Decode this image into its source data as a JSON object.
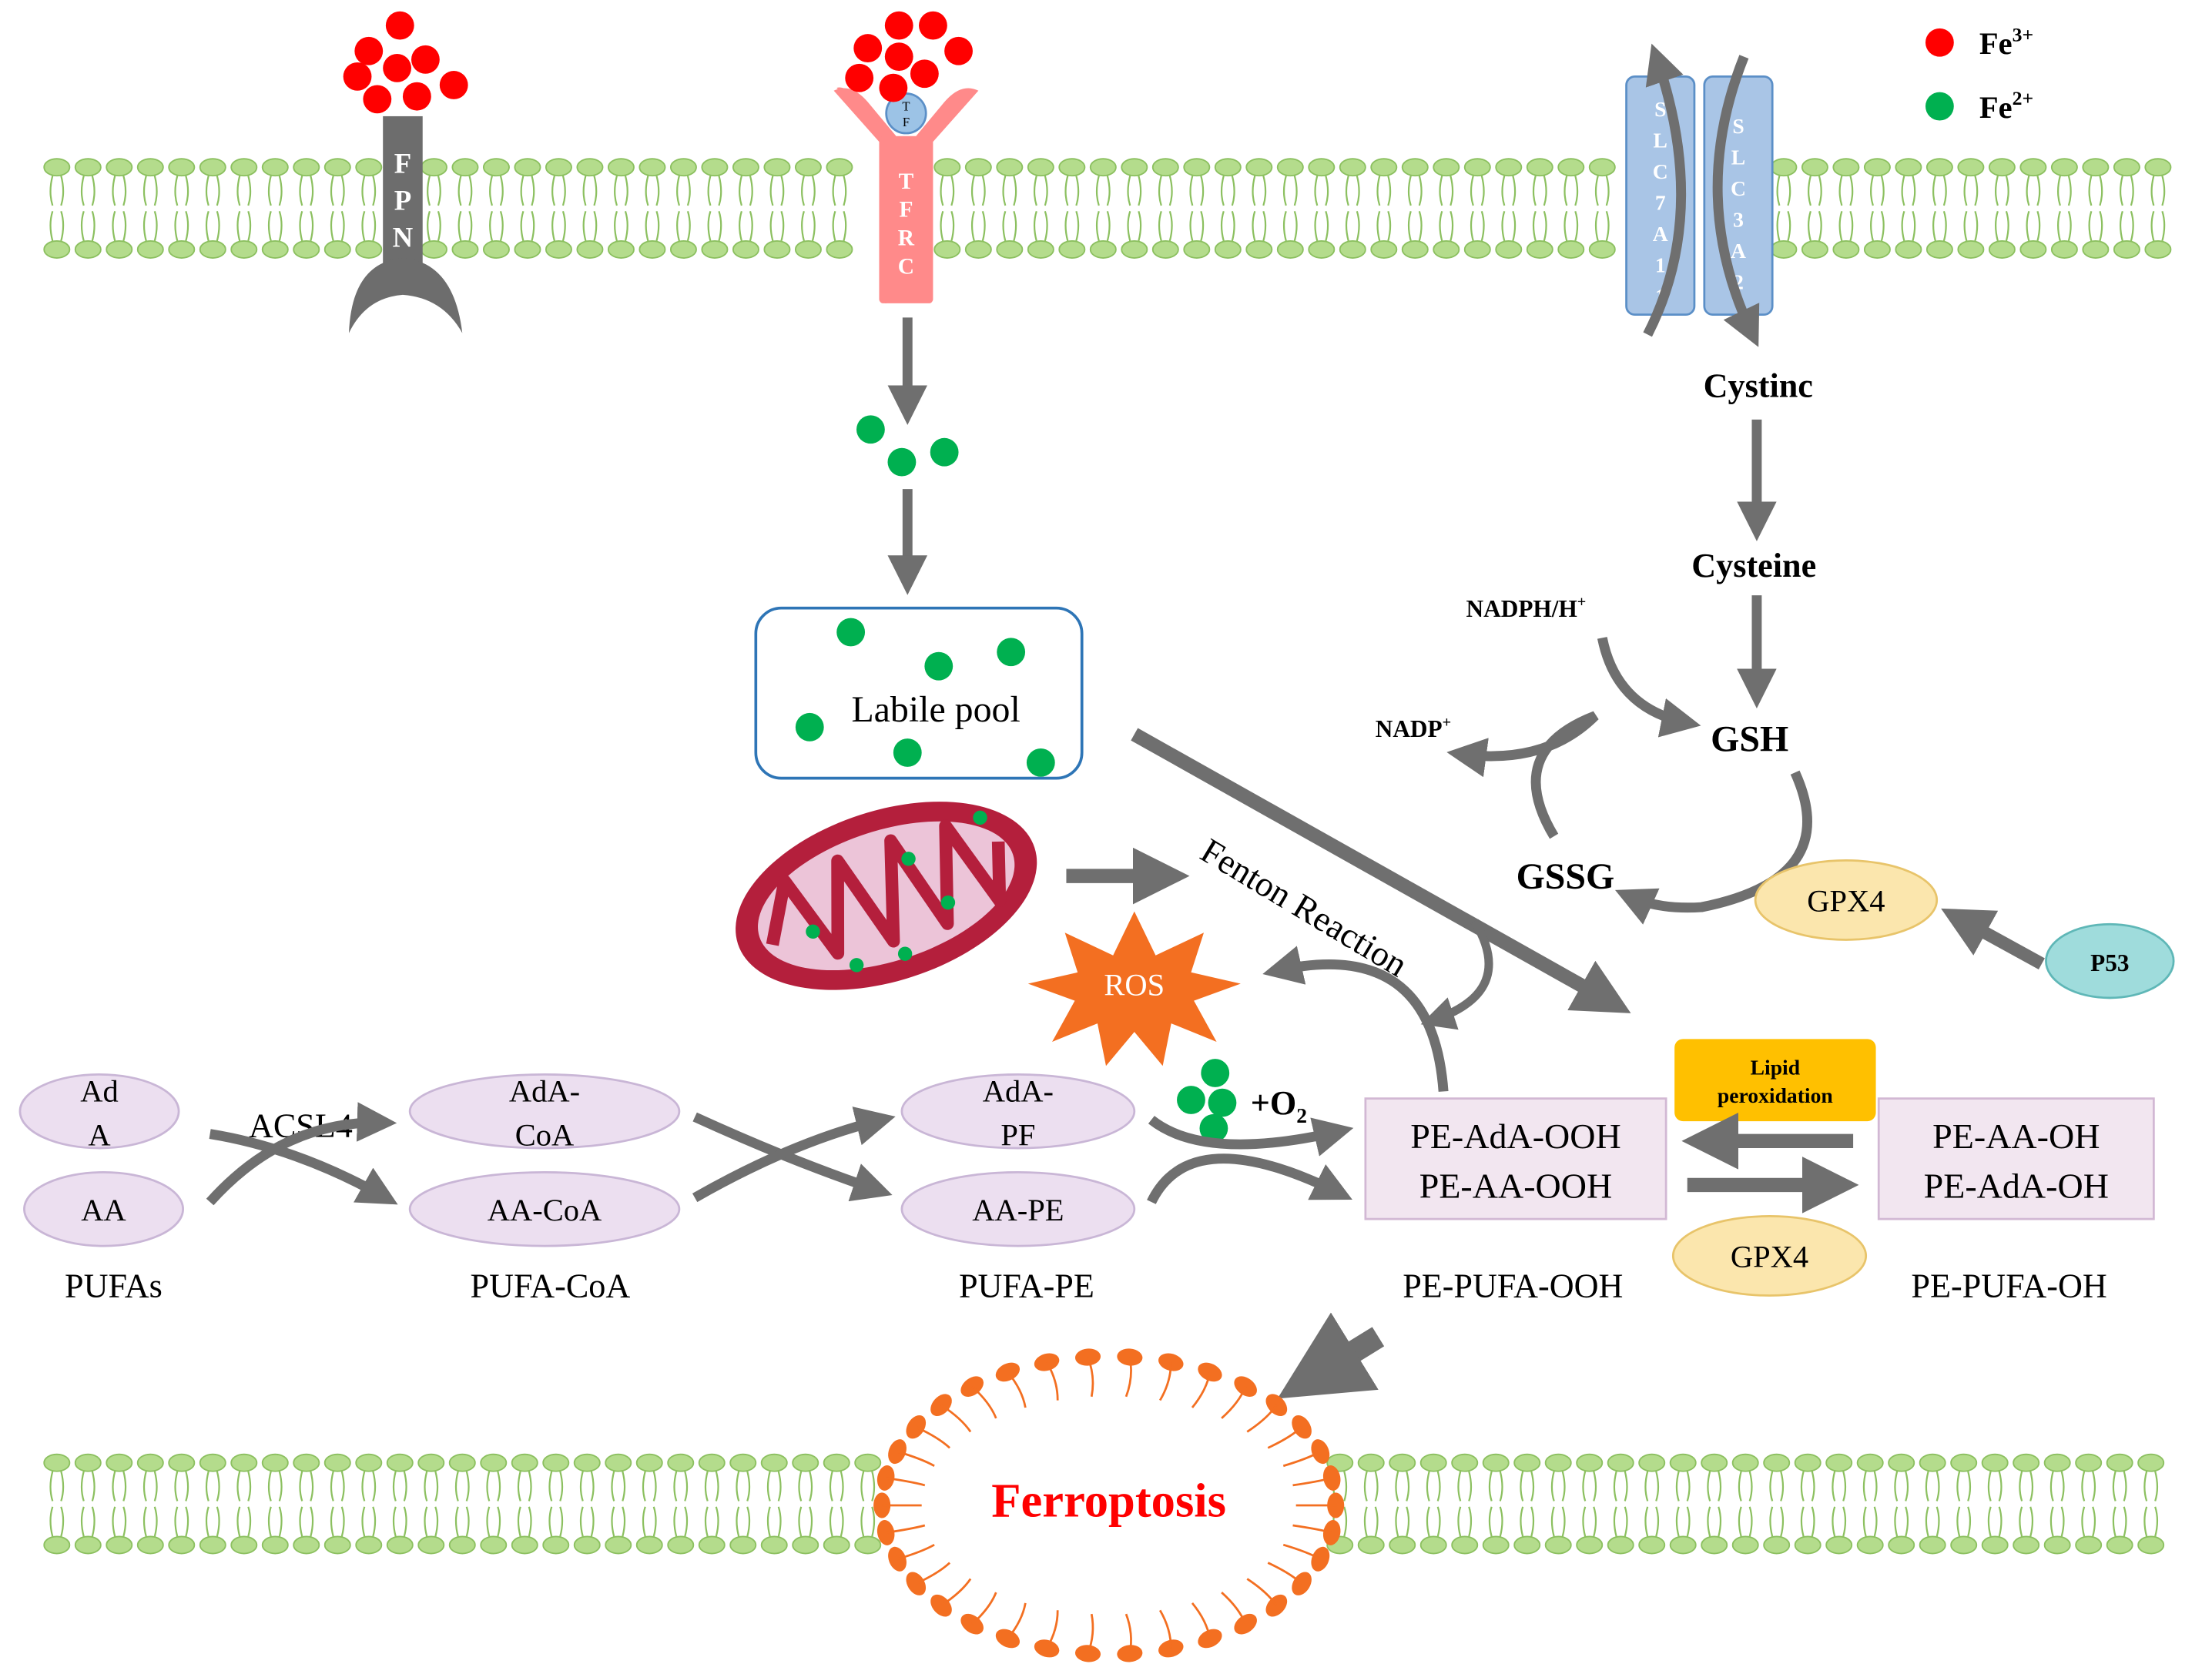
{
  "legend": {
    "fe3": {
      "label": "Fe",
      "sup": "3+",
      "color": "#ff0000"
    },
    "fe2": {
      "label": "Fe",
      "sup": "2+",
      "color": "#00b050"
    }
  },
  "transporters": {
    "fpn": {
      "letters": [
        "F",
        "P",
        "N"
      ],
      "color": "#6d6d6d"
    },
    "tfrc": {
      "letters": [
        "T",
        "F",
        "R",
        "C"
      ],
      "tf_letters": [
        "T",
        "F"
      ],
      "color": "#ff8a8a"
    },
    "slc7a11": {
      "letters": [
        "S",
        "L",
        "C",
        "7",
        "A",
        "1",
        "1"
      ]
    },
    "slc3a2": {
      "letters": [
        "S",
        "L",
        "C",
        "3",
        "A",
        "2"
      ]
    }
  },
  "nodes": {
    "cystinc": "Cystinc",
    "cysteine": "Cysteine",
    "nadph": {
      "base": "NADPH/H",
      "sup": "+"
    },
    "nadp": {
      "base": "NADP",
      "sup": "+"
    },
    "gsh": "GSH",
    "gssg": "GSSG",
    "gpx4_top": "GPX4",
    "p53": "P53",
    "labile_pool": "Labile pool",
    "fenton": "Fenton Reaction",
    "ros": "ROS",
    "o2": {
      "base": "+O",
      "sub": "2"
    },
    "ada": [
      "Ad",
      "A"
    ],
    "aa": "AA",
    "acsl4": "ACSL4",
    "ada_coa": [
      "AdA-",
      "CoA"
    ],
    "aa_coa": "AA-CoA",
    "ada_pf": [
      "AdA-",
      "PF"
    ],
    "aa_pe": "AA-PE",
    "pufas": "PUFAs",
    "pufa_coa": "PUFA-CoA",
    "pufa_pe": "PUFA-PE",
    "ooh_lines": [
      "PE-AdA-OOH",
      "PE-AA-OOH"
    ],
    "oh_lines": [
      "PE-AA-OH",
      "PE-AdA-OH"
    ],
    "pe_pufa_ooh": "PE-PUFA-OOH",
    "pe_pufa_oh": "PE-PUFA-OH",
    "lipid_perox": [
      "Lipid",
      "peroxidation"
    ],
    "gpx4_bottom": "GPX4",
    "ferroptosis": "Ferroptosis"
  },
  "colors": {
    "membrane": "#b4dc8c",
    "membrane_stroke": "#8cc060",
    "arrow": "#6f6f6f",
    "slc": "#a9c5e6",
    "gpx4": "#fbe6ad",
    "p53": "#9fdcdc",
    "ros": "#f36f21",
    "lipid_box": "#ffc000",
    "pink_box": "#f2e6f0",
    "ellipse": "#ecdff0",
    "ferroptosis": "#ff0000",
    "mito": "#b41f3c"
  }
}
